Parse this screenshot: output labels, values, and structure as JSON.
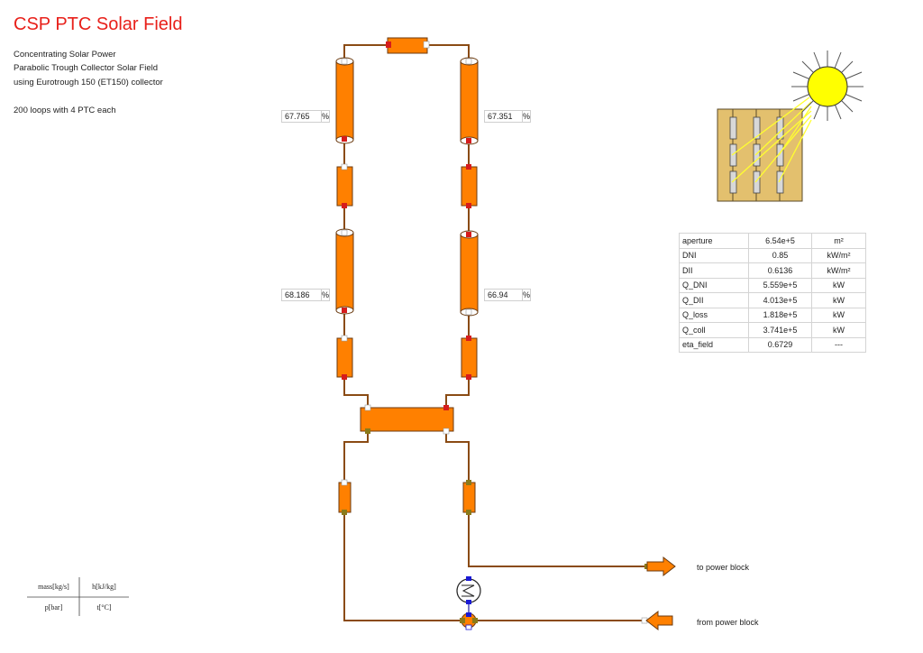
{
  "title": "CSP PTC Solar Field",
  "description": [
    "Concentrating Solar Power",
    "Parabolic Trough Collector Solar Field",
    "using Eurotrough 150 (ET150) collector"
  ],
  "loops_text": "200 loops with 4 PTC each",
  "collectors": [
    {
      "value": "67.765",
      "unit": "%"
    },
    {
      "value": "67.351",
      "unit": "%"
    },
    {
      "value": "68.186",
      "unit": "%"
    },
    {
      "value": "66.94",
      "unit": "%"
    }
  ],
  "results": [
    {
      "name": "aperture",
      "value": "6.54e+5",
      "unit": "m²"
    },
    {
      "name": "DNI",
      "value": "0.85",
      "unit": "kW/m²"
    },
    {
      "name": "DII",
      "value": "0.6136",
      "unit": "kW/m²"
    },
    {
      "name": "Q_DNI",
      "value": "5.559e+5",
      "unit": "kW"
    },
    {
      "name": "Q_DII",
      "value": "4.013e+5",
      "unit": "kW"
    },
    {
      "name": "Q_loss",
      "value": "1.818e+5",
      "unit": "kW"
    },
    {
      "name": "Q_coll",
      "value": "3.741e+5",
      "unit": "kW"
    },
    {
      "name": "eta_field",
      "value": "0.6729",
      "unit": "---"
    }
  ],
  "legend": {
    "mass": "mass[kg/s]",
    "enthalpy": "h[kJ/kg]",
    "pressure": "p[bar]",
    "temperature": "t[°C]"
  },
  "to_power_block": "to power block",
  "from_power_block": "from power block",
  "colors": {
    "title": "#e8201a",
    "pipe": "#8a4b14",
    "component": "#ff8000",
    "sun": "#ffff00",
    "panel": "#e3c06e"
  },
  "icons": [
    "sun-icon",
    "solar-panel-icon",
    "heat-exchanger-icon",
    "arrow-right-icon",
    "arrow-left-icon"
  ]
}
